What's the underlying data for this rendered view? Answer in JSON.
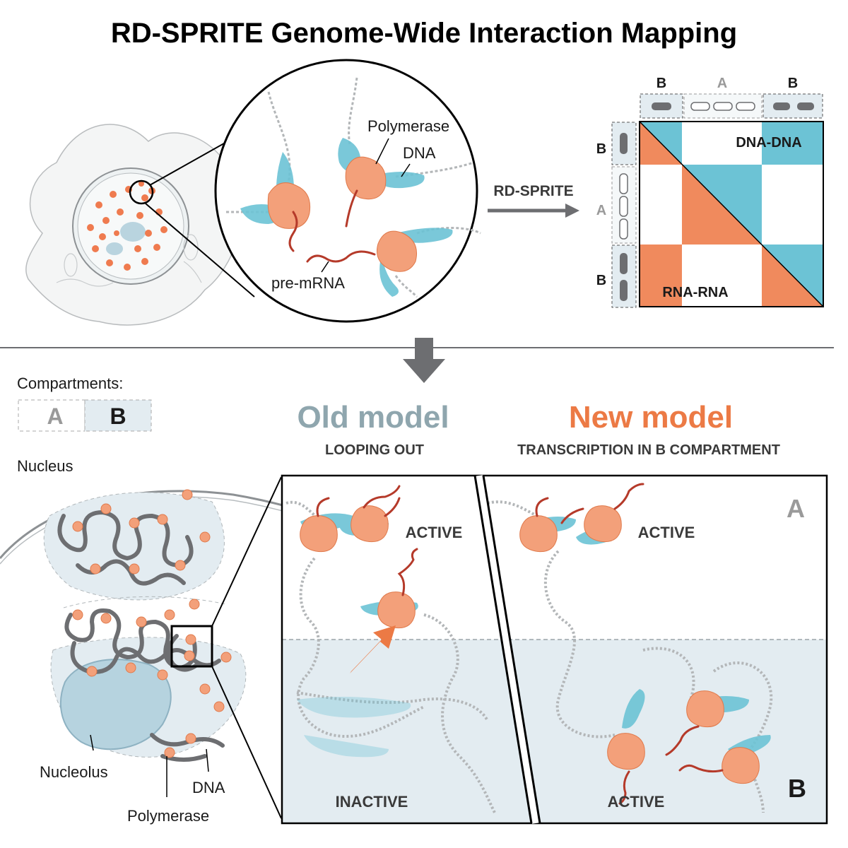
{
  "title": "RD-SPRITE Genome-Wide Interaction Mapping",
  "colors": {
    "rna_orange": "#f08a5d",
    "rna_dark": "#b53a2a",
    "dna_teal": "#6cc3d5",
    "compartment_b_fill": "#e3ecf1",
    "old_model_gray_blue": "#8fa6ae",
    "new_model_orange": "#ec7a45",
    "chromatin_gray": "#6d6e71",
    "text_dark": "#1a1a1a",
    "compartment_a_gray": "#9a9a9a"
  },
  "top_panel": {
    "zoom_labels": {
      "polymerase": "Polymerase",
      "dna": "DNA",
      "pre_mrna": "pre-mRNA"
    },
    "arrow_label": "RD-SPRITE",
    "matrix": {
      "top_labels": [
        "B",
        "A",
        "B"
      ],
      "left_labels": [
        "B",
        "A",
        "B"
      ],
      "dna_dna_label": "DNA-DNA",
      "rna_rna_label": "RNA-RNA"
    }
  },
  "bottom_panel": {
    "legend": {
      "title": "Compartments:",
      "a_label": "A",
      "b_label": "B"
    },
    "nucleus_labels": {
      "nucleus": "Nucleus",
      "nucleolus": "Nucleolus",
      "dna": "DNA",
      "polymerase": "Polymerase"
    },
    "old_model": {
      "title": "Old model",
      "subtitle": "LOOPING OUT",
      "active_label": "ACTIVE",
      "inactive_label": "INACTIVE"
    },
    "new_model": {
      "title": "New model",
      "subtitle": "TRANSCRIPTION IN B COMPARTMENT",
      "active_top_label": "ACTIVE",
      "active_bottom_label": "ACTIVE",
      "compartment_a": "A",
      "compartment_b": "B"
    }
  }
}
